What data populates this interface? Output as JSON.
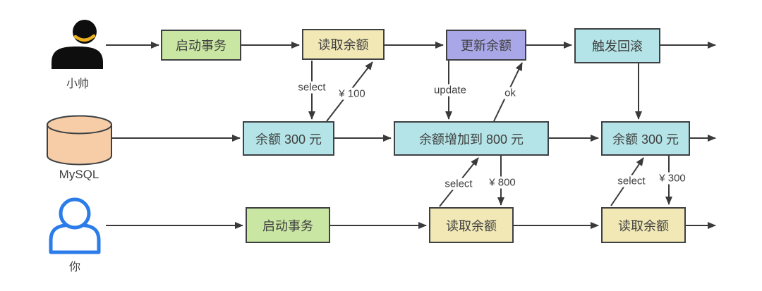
{
  "colors": {
    "green": "#c9e7a3",
    "yellow": "#f1e8b6",
    "purple": "#a9a7e8",
    "cyan": "#b4e4e7",
    "peach": "#f6cda6",
    "outline": "#3e4144",
    "arrow": "#3a3a3a",
    "text": "#3f3f3f",
    "ink": "#0e0e0e",
    "blue": "#2b7ce9",
    "smile": "#edb220"
  },
  "lanes": {
    "top": {
      "actor": "小帅",
      "boxes": [
        {
          "label": "启动事务"
        },
        {
          "label": "读取余额"
        },
        {
          "label": "更新余额"
        },
        {
          "label": "触发回滚"
        }
      ]
    },
    "middle": {
      "actor": "MySQL",
      "boxes": [
        {
          "label": "余额 300 元"
        },
        {
          "label": "余额增加到 800 元"
        },
        {
          "label": "余额 300 元"
        }
      ]
    },
    "bottom": {
      "actor": "你",
      "boxes": [
        {
          "label": "启动事务"
        },
        {
          "label": "读取余额"
        },
        {
          "label": "读取余额"
        }
      ]
    }
  },
  "edge_labels": {
    "select_1": "select",
    "amount_100": "¥ 100",
    "update": "update",
    "ok": "ok",
    "select_2": "select",
    "amount_800": "¥ 800",
    "select_3": "select",
    "amount_300": "¥ 300"
  }
}
